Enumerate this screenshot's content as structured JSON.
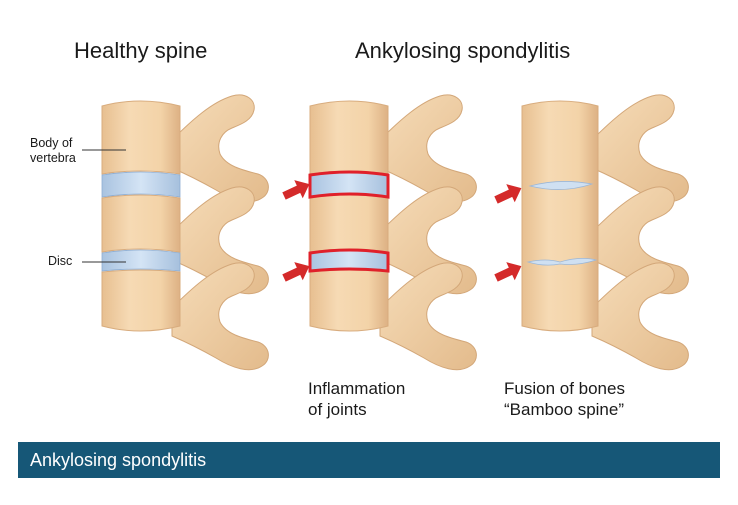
{
  "headings": {
    "healthy": "Healthy spine",
    "disease": "Ankylosing spondylitis"
  },
  "labels": {
    "body_line1": "Body of",
    "body_line2": "vertebra",
    "disc": "Disc"
  },
  "captions": {
    "inflammation_line1": "Inflammation",
    "inflammation_line2": "of joints",
    "fusion_line1": "Fusion of bones",
    "fusion_line2": "“Bamboo spine”"
  },
  "footer": {
    "title": "Ankylosing spondylitis"
  },
  "colors": {
    "bone": "#f3d2a6",
    "bone_shadow": "#ddb184",
    "disc": "#bcd3ec",
    "inflammation": "#e0202a",
    "arrow": "#d42a2a",
    "footer_bg": "#165777"
  }
}
